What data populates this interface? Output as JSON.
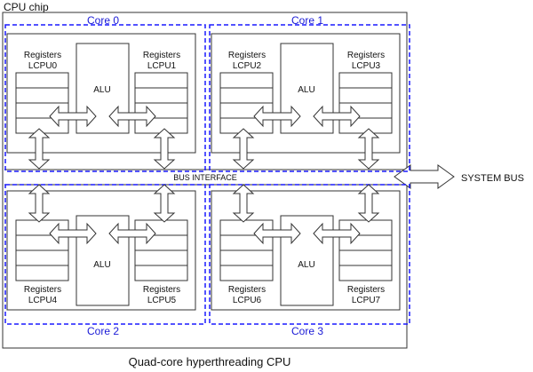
{
  "chip_label": "CPU chip",
  "caption": "Quad-core hyperthreading CPU",
  "bus_interface_label": "BUS INTERFACE",
  "system_bus_label": "SYSTEM BUS",
  "alu_label": "ALU",
  "registers_label": "Registers",
  "colors": {
    "core_border": "#1a1aff",
    "core_label": "#1a1ad6",
    "line": "#333333",
    "text": "#111111"
  },
  "cores": [
    {
      "label": "Core 0",
      "lcpu_left": "LCPU0",
      "lcpu_right": "LCPU1"
    },
    {
      "label": "Core 1",
      "lcpu_left": "LCPU2",
      "lcpu_right": "LCPU3"
    },
    {
      "label": "Core 2",
      "lcpu_left": "LCPU4",
      "lcpu_right": "LCPU5"
    },
    {
      "label": "Core 3",
      "lcpu_left": "LCPU6",
      "lcpu_right": "LCPU7"
    }
  ]
}
